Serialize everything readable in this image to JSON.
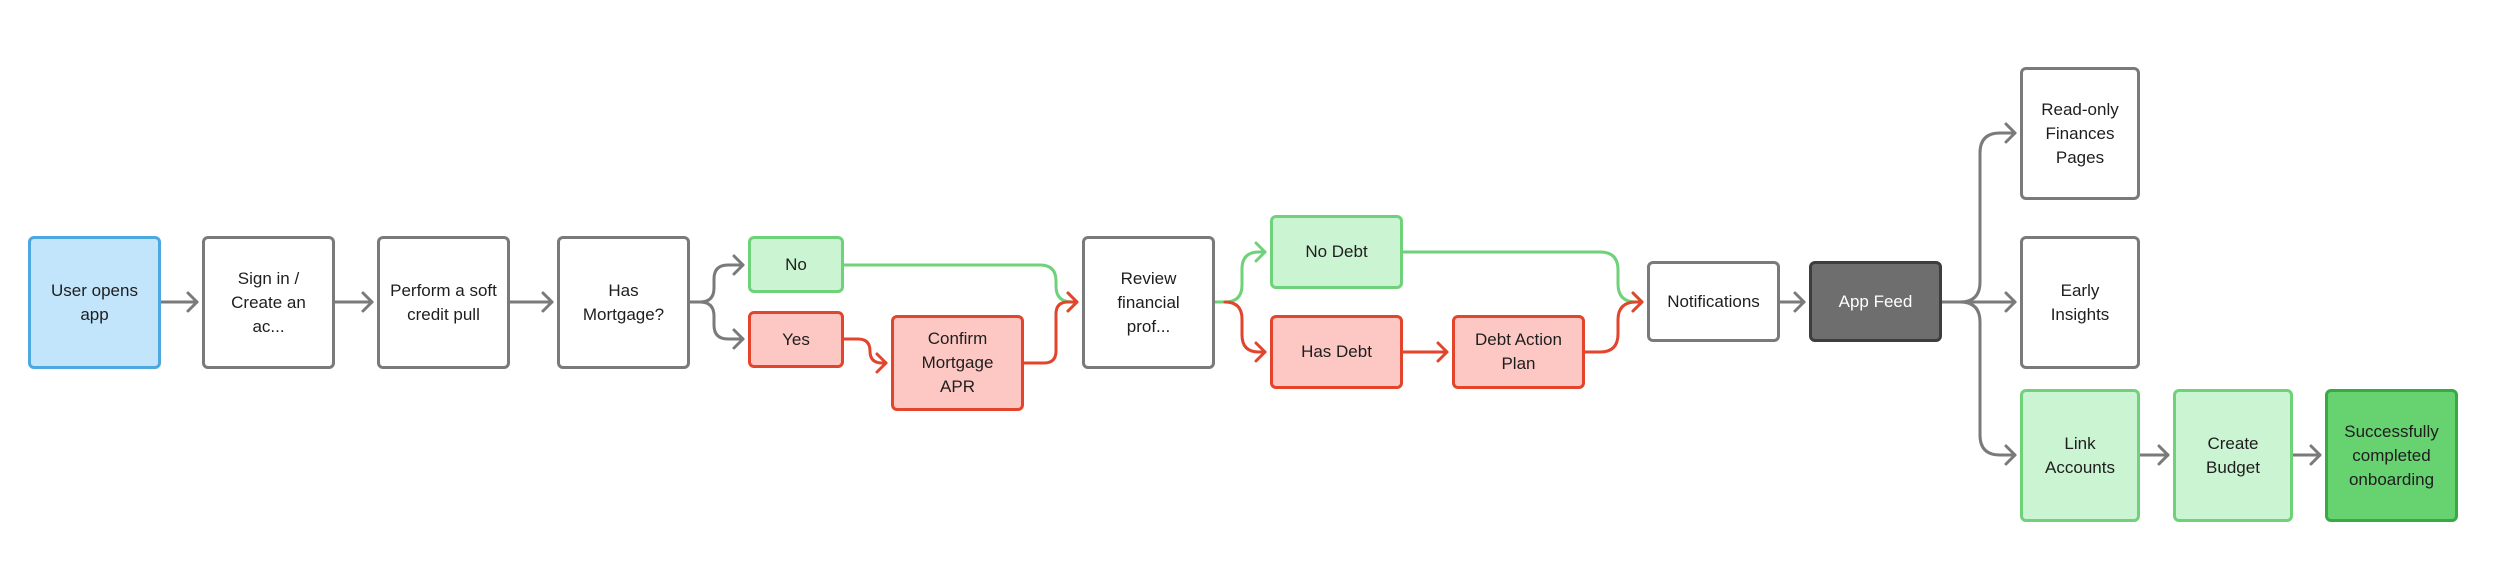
{
  "colors": {
    "neutral": "#7a7a7a",
    "yes_path": "#e2452c",
    "no_path": "#6fd27a",
    "start": "#c3e5fc",
    "feed": "#6e6e6e",
    "complete": "#66d270"
  },
  "nodes": {
    "user_opens_app": "User opens\napp",
    "sign_in": "Sign in /\nCreate an ac...",
    "credit_pull": "Perform a soft\ncredit pull",
    "has_mortgage": "Has\nMortgage?",
    "no": "No",
    "yes": "Yes",
    "confirm_mortgage_apr": "Confirm\nMortgage APR",
    "review_financial_profile": "Review\nfinancial prof...",
    "no_debt": "No Debt",
    "has_debt": "Has Debt",
    "debt_action_plan": "Debt Action\nPlan",
    "notifications": "Notifications",
    "app_feed": "App Feed",
    "read_only_finances": "Read-only\nFinances\nPages",
    "early_insights": "Early Insights",
    "link_accounts": "Link\nAccounts",
    "create_budget": "Create\nBudget",
    "onboarding_complete": "Successfully\ncompleted\nonboarding"
  },
  "edges": [
    {
      "from": "user_opens_app",
      "to": "sign_in",
      "kind": "neutral"
    },
    {
      "from": "sign_in",
      "to": "credit_pull",
      "kind": "neutral"
    },
    {
      "from": "credit_pull",
      "to": "has_mortgage",
      "kind": "neutral"
    },
    {
      "from": "has_mortgage",
      "to": "no",
      "kind": "neutral"
    },
    {
      "from": "has_mortgage",
      "to": "yes",
      "kind": "neutral"
    },
    {
      "from": "no",
      "to": "review_financial_profile",
      "kind": "no_path"
    },
    {
      "from": "yes",
      "to": "confirm_mortgage_apr",
      "kind": "yes_path"
    },
    {
      "from": "confirm_mortgage_apr",
      "to": "review_financial_profile",
      "kind": "yes_path"
    },
    {
      "from": "review_financial_profile",
      "to": "no_debt",
      "kind": "no_path"
    },
    {
      "from": "review_financial_profile",
      "to": "has_debt",
      "kind": "yes_path"
    },
    {
      "from": "has_debt",
      "to": "debt_action_plan",
      "kind": "yes_path"
    },
    {
      "from": "no_debt",
      "to": "notifications",
      "kind": "no_path"
    },
    {
      "from": "debt_action_plan",
      "to": "notifications",
      "kind": "yes_path"
    },
    {
      "from": "notifications",
      "to": "app_feed",
      "kind": "neutral"
    },
    {
      "from": "app_feed",
      "to": "read_only_finances",
      "kind": "neutral"
    },
    {
      "from": "app_feed",
      "to": "early_insights",
      "kind": "neutral"
    },
    {
      "from": "app_feed",
      "to": "link_accounts",
      "kind": "neutral"
    },
    {
      "from": "link_accounts",
      "to": "create_budget",
      "kind": "neutral"
    },
    {
      "from": "create_budget",
      "to": "onboarding_complete",
      "kind": "neutral"
    }
  ]
}
